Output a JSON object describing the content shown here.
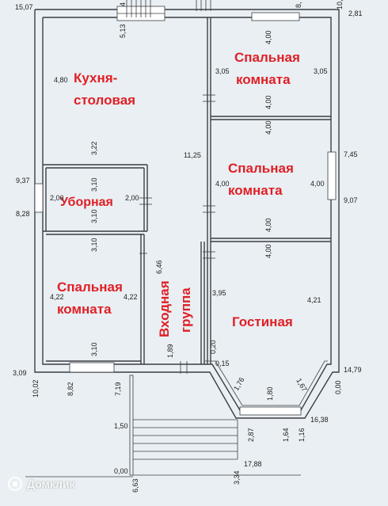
{
  "rooms": {
    "kitchen_line1": "Кухня-",
    "kitchen_line2": "столовая",
    "bedroom1_line1": "Спальная",
    "bedroom1_line2": "комната",
    "bedroom2_line1": "Спальная",
    "bedroom2_line2": "комната",
    "bathroom": "Уборная",
    "bedroom3_line1": "Спальная",
    "bedroom3_line2": "комната",
    "entrance_line1": "Входная",
    "entrance_line2": "группа",
    "living": "Гостиная"
  },
  "dimensions": {
    "top_left": "15,07",
    "top_4": "4",
    "top_8": "8,",
    "top_10": "10,",
    "top_right": "2,81",
    "d513": "5,13",
    "d480": "4,80",
    "d322": "3,22",
    "d1125": "11,25",
    "bed1_top": "4,00",
    "bed1_left": "3,05",
    "bed1_right": "3,05",
    "bed1_bottom": "4,00",
    "bed2_top": "4,00",
    "bed2_left": "4,00",
    "bed2_right": "4,00",
    "bed2_bottom": "4,00",
    "d745": "7,45",
    "d907": "9,07",
    "d937": "9,37",
    "d828": "8,28",
    "bath_top": "3,10",
    "bath_left": "2,00",
    "bath_right": "2,00",
    "bath_bottom": "3,10",
    "bed3_top": "3,10",
    "bed3_left": "4,22",
    "bed3_right": "4,22",
    "bed3_bottom": "3,10",
    "d646": "6,46",
    "d189": "1,89",
    "living_top": "4,00",
    "living_left": "3,95",
    "living_right": "4,21",
    "d020": "0,20",
    "d015": "0,15",
    "d176": "1,76",
    "d180": "1,80",
    "d167": "1,67",
    "d309": "3,09",
    "d1479": "14,79",
    "d1002": "10,02",
    "d882": "8,82",
    "d719": "7,19",
    "d000r": "0,00",
    "d1638": "16,38",
    "d150": "1,50",
    "d287": "2,87",
    "d164": "1,64",
    "d116": "1,16",
    "d000b": "0,00",
    "d663": "6,63",
    "d334": "3,34",
    "d1788": "17,88"
  },
  "watermark": {
    "text": "Домклик"
  },
  "colors": {
    "label": "#e01f26",
    "background": "#e9eff2",
    "wall": "#3a3f44"
  }
}
